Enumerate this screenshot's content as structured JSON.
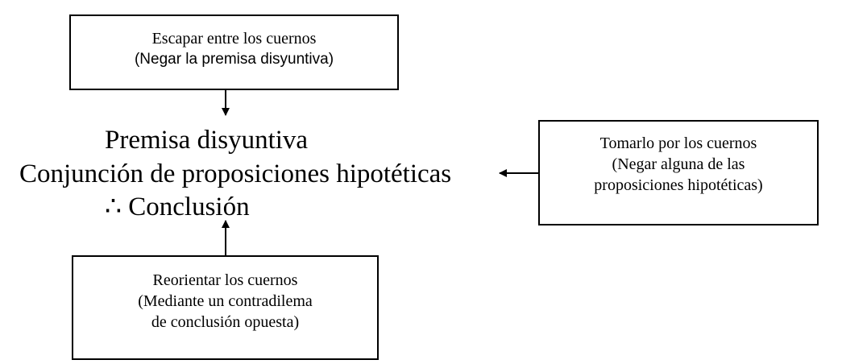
{
  "boxes": {
    "top": {
      "line1": "Escapar entre los cuernos",
      "line2": "(Negar la premisa disyuntiva)"
    },
    "right": {
      "line1": "Tomarlo por los cuernos",
      "line2": "(Negar alguna de las",
      "line3": "proposiciones hipotéticas)"
    },
    "bottom": {
      "line1": "Reorientar los cuernos",
      "line2": "(Mediante un contradilema",
      "line3": "de conclusión opuesta)"
    }
  },
  "center": {
    "premise": "Premisa disyuntiva",
    "conjunction": "Conjunción de proposiciones hipotéticas",
    "conclusion": "∴ Conclusión"
  }
}
